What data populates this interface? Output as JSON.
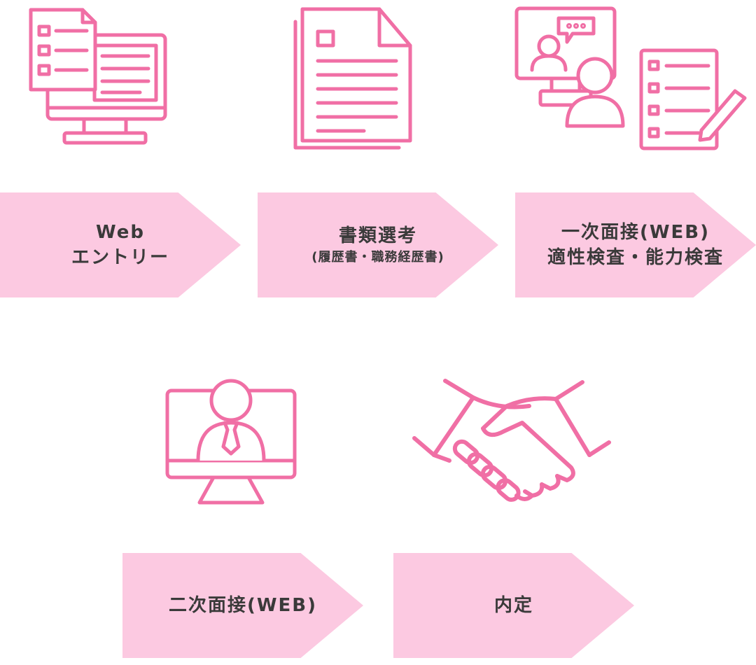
{
  "colors": {
    "icon": "#f06fa5",
    "step_fill": "#fcc9e1",
    "text": "#3a3a3a"
  },
  "steps": [
    {
      "line1": "Web",
      "line2": "エントリー",
      "icon": "computer-form-icon"
    },
    {
      "line1": "書類選考",
      "line2": "(履歴書・職務経歴書)",
      "icon": "document-icon"
    },
    {
      "line1": "一次面接(WEB)",
      "line2": "適性検査・能力検査",
      "icon": "video-interview-checklist-icon"
    },
    {
      "line1": "二次面接(WEB)",
      "icon": "monitor-person-icon"
    },
    {
      "line1": "内定",
      "icon": "handshake-icon"
    }
  ]
}
